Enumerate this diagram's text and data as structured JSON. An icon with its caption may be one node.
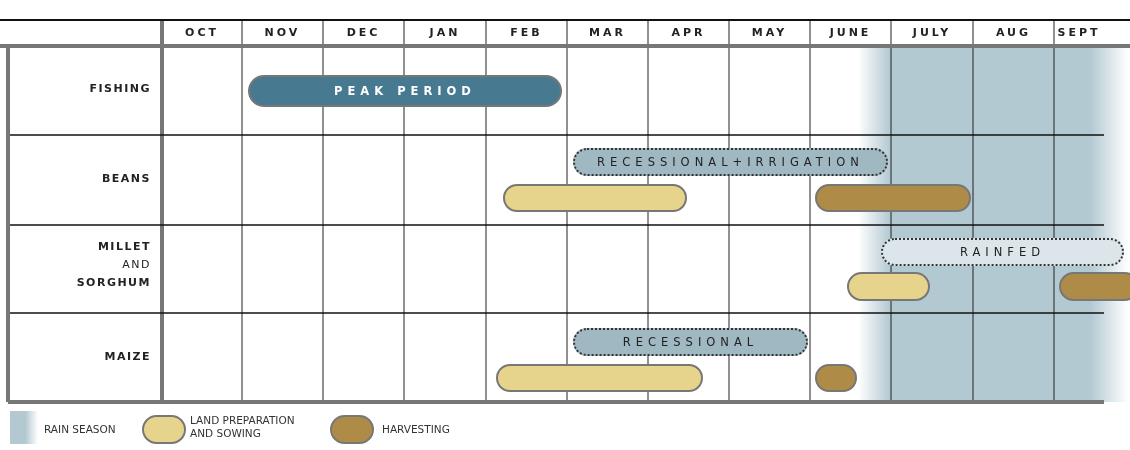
{
  "diagram": {
    "nodes": [
      {
        "text": [
          "PEAK PERIOD"
        ]
      },
      {
        "text": [
          "RECESSIONAL+IRRIGATION"
        ]
      },
      {
        "text": [],
        "shape": "bar"
      },
      {
        "text": [],
        "shape": "bar"
      },
      {
        "text": [
          "RAINFED"
        ]
      },
      {
        "text": [],
        "shape": "bar"
      },
      {
        "text": [],
        "shape": "bar"
      },
      {
        "text": [
          "RECESSIONAL"
        ]
      },
      {
        "text": [],
        "shape": "bar"
      },
      {
        "text": [],
        "shape": "bar"
      }
    ],
    "edges": [],
    "labels": [
      "OCT",
      "NOV",
      "DEC",
      "JAN",
      "FEB",
      "MAR",
      "APR",
      "MAY",
      "JUNE",
      "JULY",
      "AUG",
      "SEPT",
      "FISHING",
      "BEANS",
      "**MILLET** AND **SORGHUM**",
      "MAIZE"
    ],
    "legend": [
      {
        "text": "RAIN SEASON",
        "color": "#b3c9d2"
      },
      {
        "text": "LAND PREPARATION AND SOWING",
        "color": "#e6d38c"
      },
      {
        "text": "HARVESTING",
        "color": "#ae8c48"
      }
    ]
  }
}
